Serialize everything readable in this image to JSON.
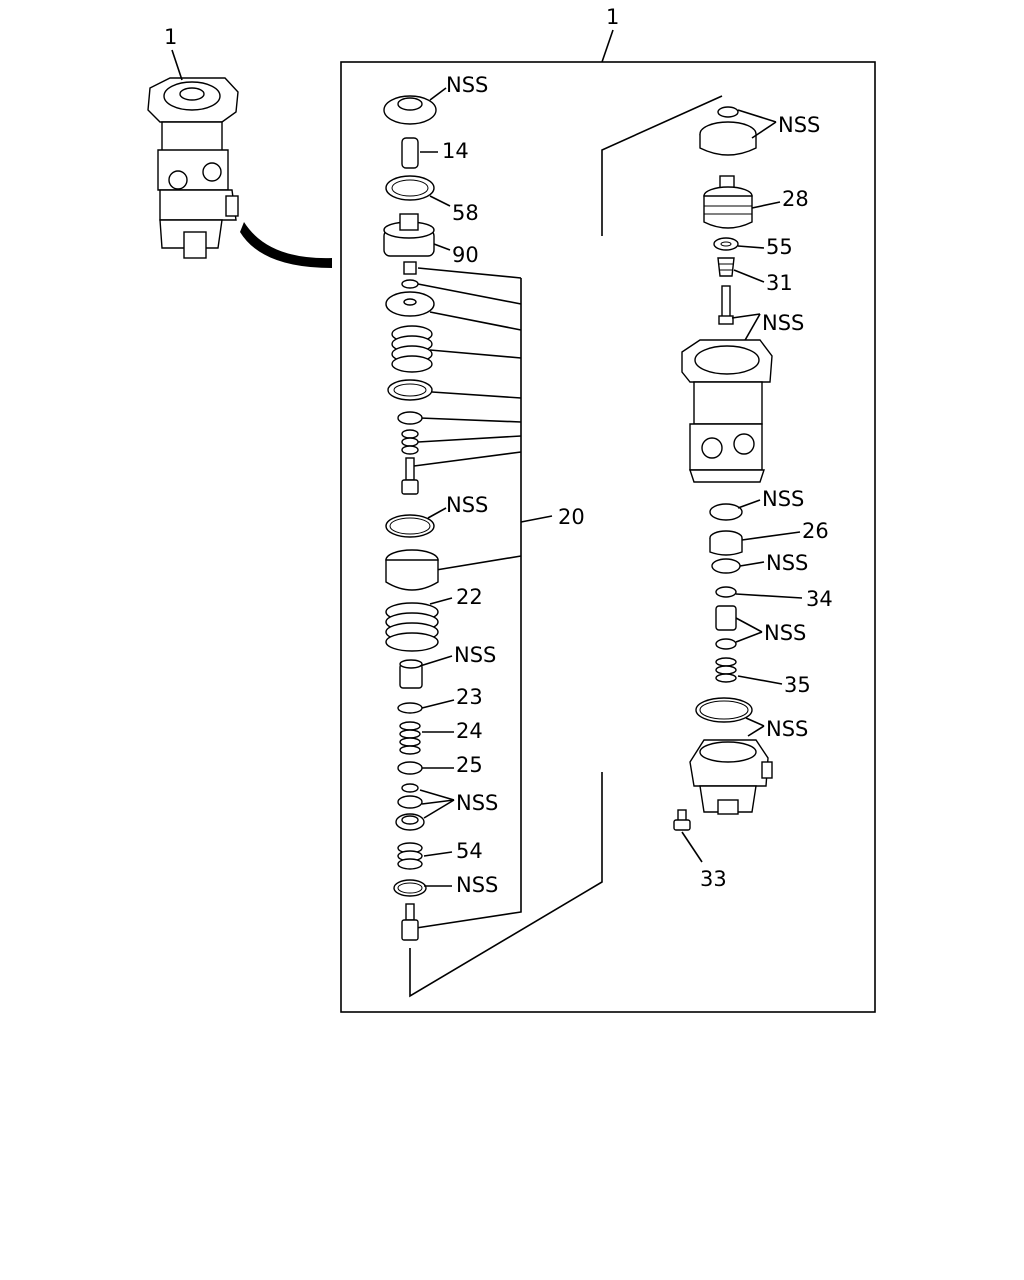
{
  "labels": {
    "assembly_outside": "1",
    "assembly_frame": "1",
    "nss": "NSS",
    "p14": "14",
    "p58": "58",
    "p90": "90",
    "p20": "20",
    "p22": "22",
    "p23": "23",
    "p24": "24",
    "p25": "25",
    "p54": "54",
    "p28": "28",
    "p55": "55",
    "p31": "31",
    "p26": "26",
    "p34": "34",
    "p35": "35",
    "p33": "33"
  }
}
